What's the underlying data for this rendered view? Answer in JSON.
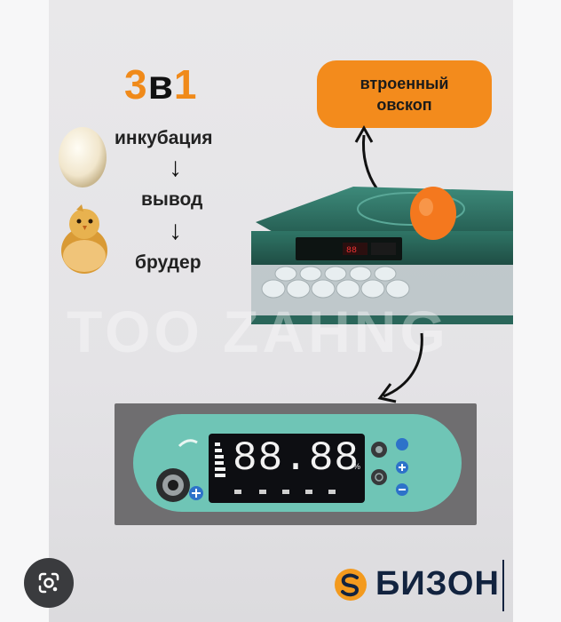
{
  "title": {
    "number": "3",
    "letter": "в",
    "number2": "1"
  },
  "steps": [
    "инкубация",
    "вывод",
    "брудер"
  ],
  "arrows": [
    "↓",
    "↓"
  ],
  "bubble": {
    "line1": "втроенный",
    "line2": "овскоп"
  },
  "watermark": "TOO ZAHNG",
  "display": {
    "digits": "88.88",
    "unit": "%"
  },
  "brand": {
    "name": "БИЗОН"
  },
  "icons": {
    "lens": "google-lens-icon",
    "egg": "egg-icon",
    "chick": "chick-icon",
    "candler": "candling-light-icon",
    "logo": "bison-logo-icon"
  },
  "colors": {
    "accent": "#f38b1c",
    "panel": "#6fc5b6",
    "incubator": "#2f6f63",
    "brand": "#12233f"
  }
}
